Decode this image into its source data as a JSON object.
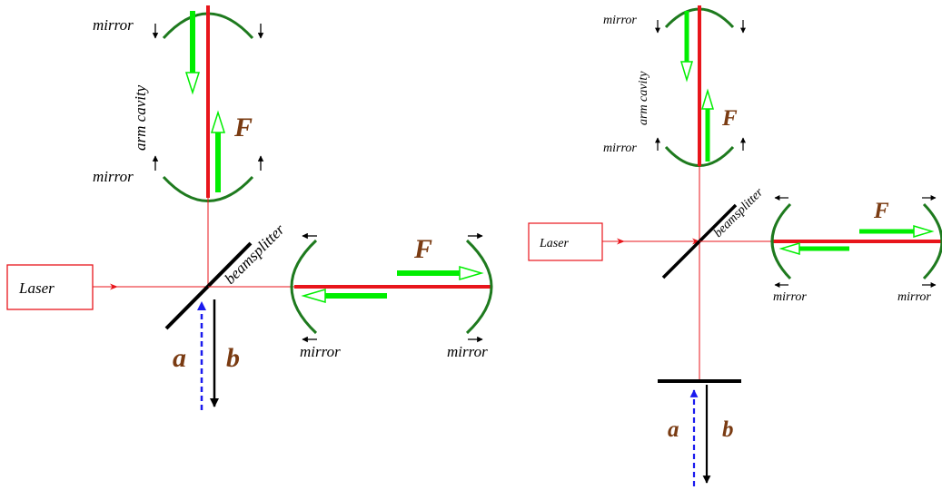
{
  "labels": {
    "mirror": "mirror",
    "arm_cavity": "arm cavity",
    "beamsplitter": "beamsplitter",
    "laser": "Laser",
    "force": "F",
    "port_a": "a",
    "port_b": "b"
  },
  "colors": {
    "laser_beam": "#e8151b",
    "arm_beam": "#e8151b",
    "mirror_arc": "#1e7a1e",
    "field_arrow": "#00ee00",
    "input_arrow": "#1a1aee",
    "output_arrow": "#000000",
    "force_label": "#7a3b12"
  },
  "panels": [
    {
      "name": "left-interferometer",
      "has_output_mirror": false
    },
    {
      "name": "right-interferometer",
      "has_output_mirror": true
    }
  ]
}
